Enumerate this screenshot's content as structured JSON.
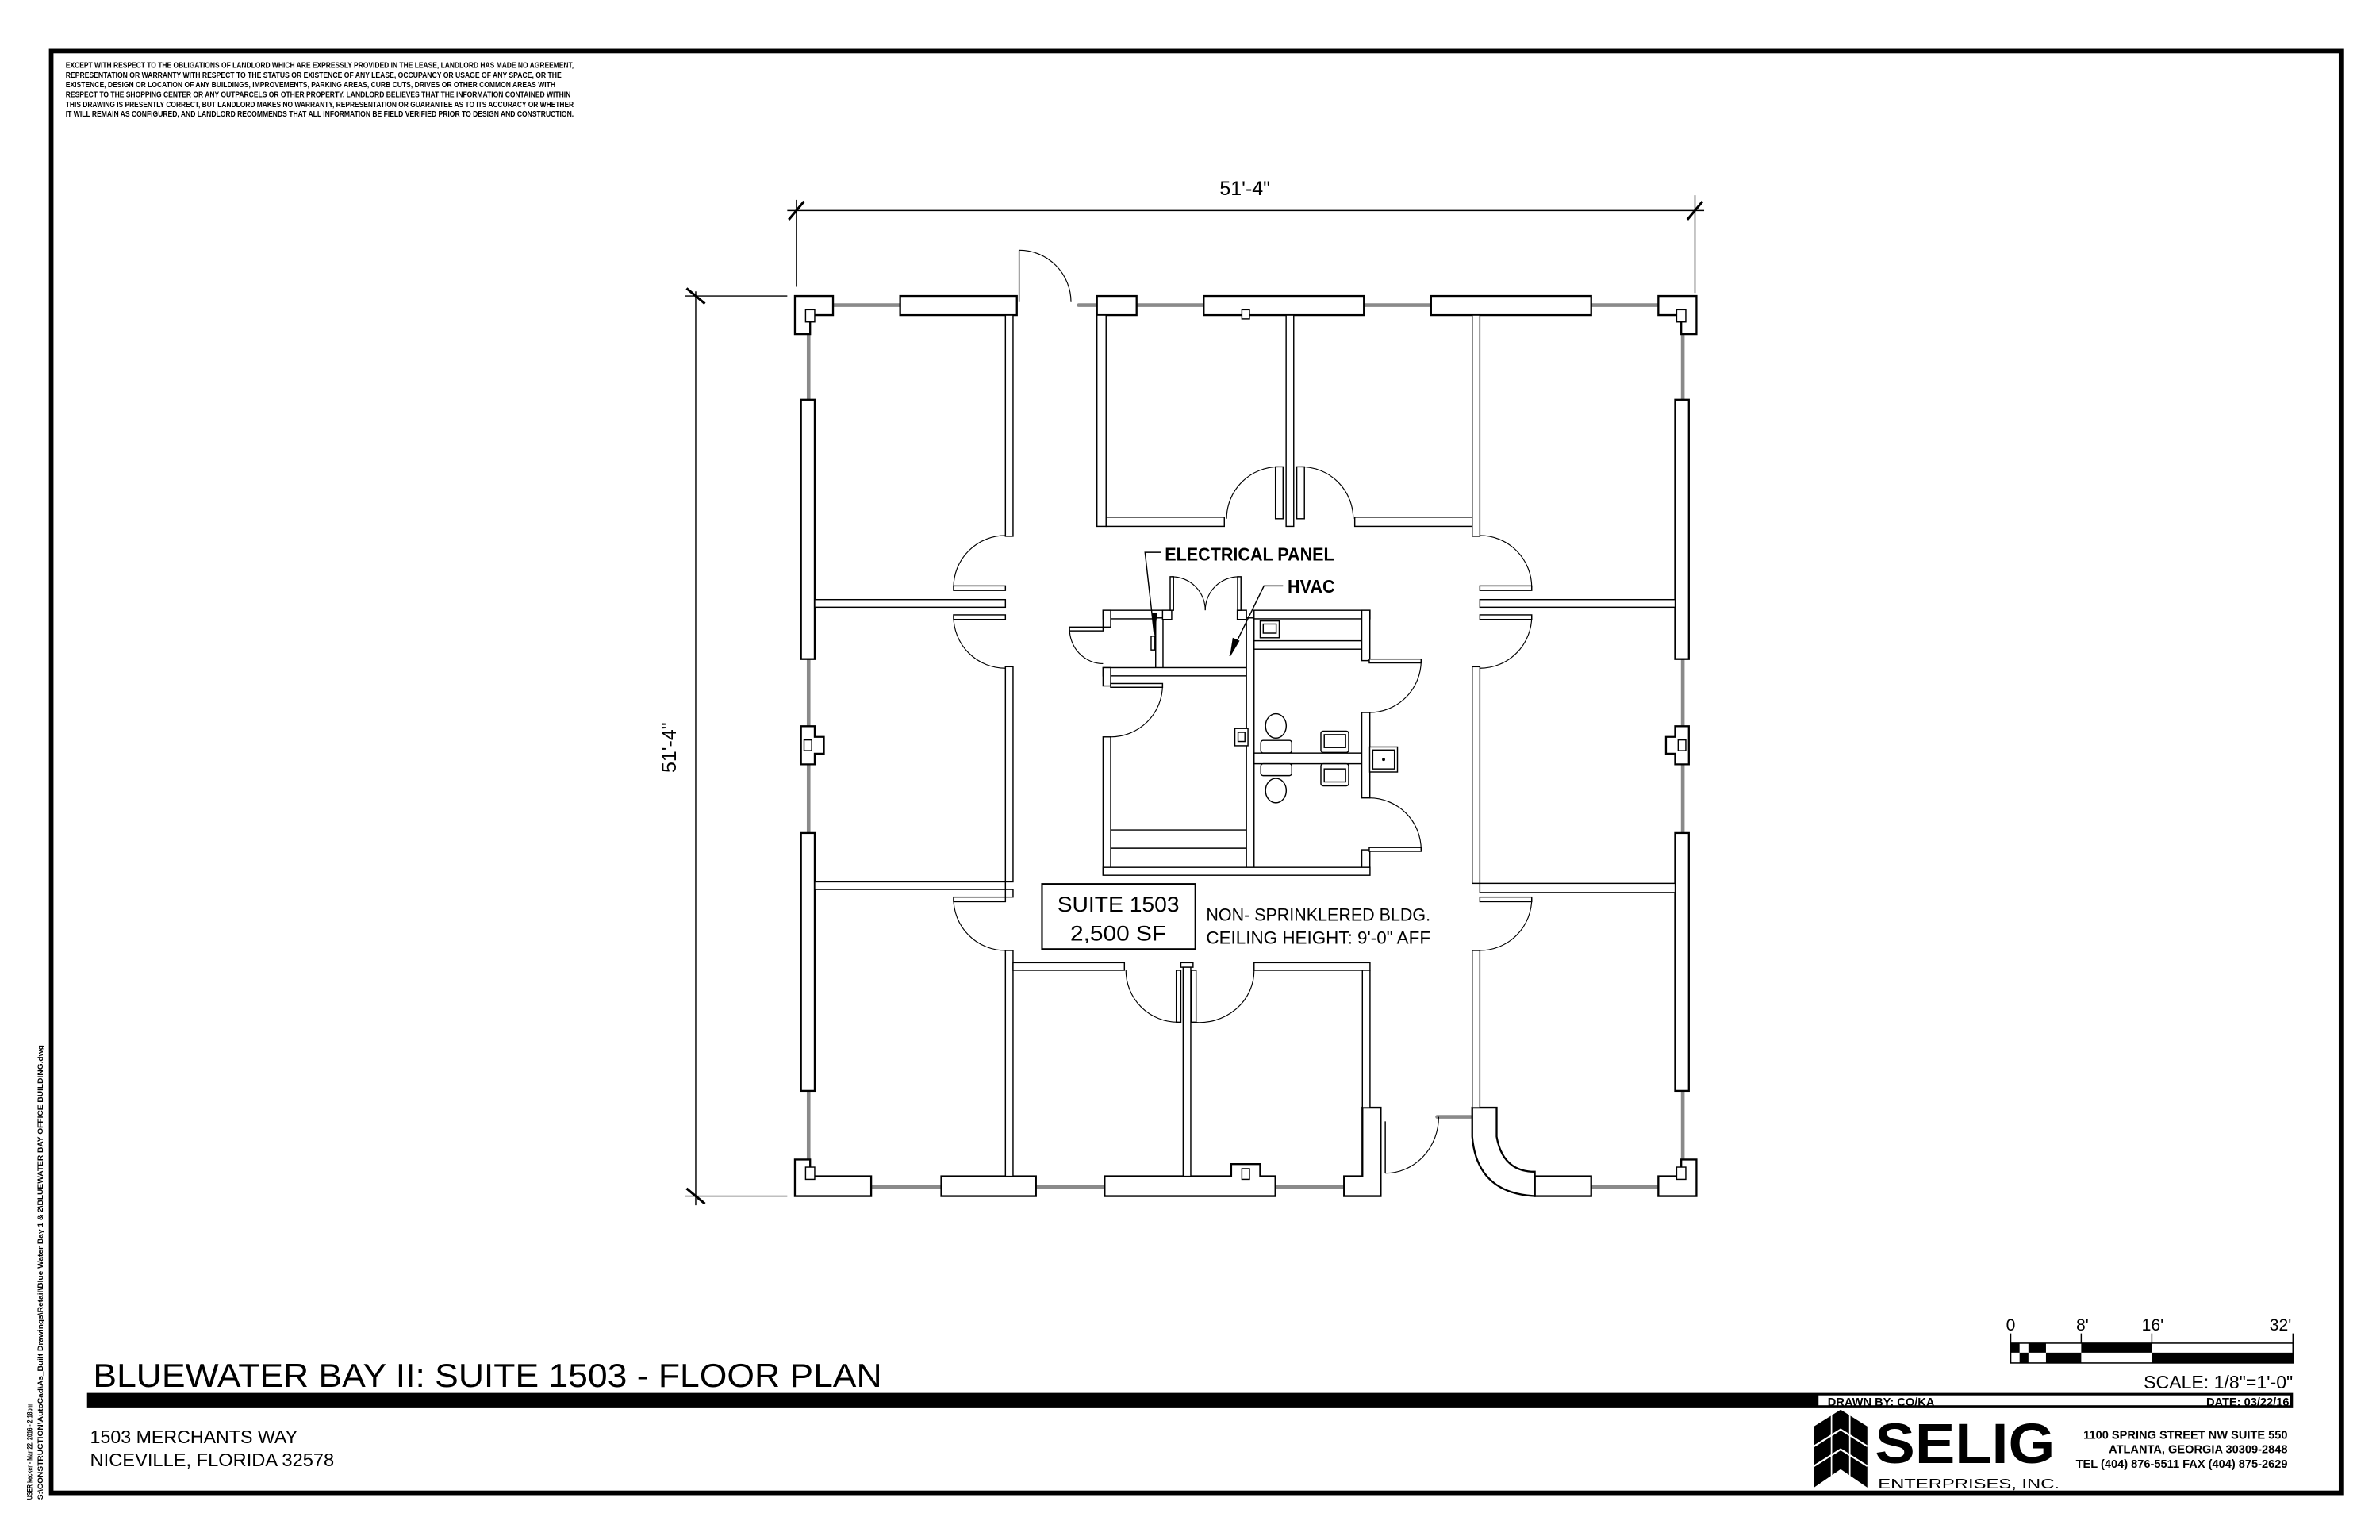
{
  "disclaimer": [
    "EXCEPT WITH RESPECT TO THE OBLIGATIONS OF LANDLORD WHICH ARE EXPRESSLY PROVIDED IN THE LEASE, LANDLORD HAS MADE NO AGREEMENT,",
    "REPRESENTATION OR WARRANTY WITH RESPECT TO THE STATUS OR EXISTENCE OF ANY LEASE, OCCUPANCY OR USAGE OF ANY SPACE, OR THE",
    "EXISTENCE, DESIGN OR LOCATION OF ANY BUILDINGS, IMPROVEMENTS, PARKING AREAS, CURB CUTS, DRIVES OR OTHER COMMON AREAS WITH",
    "RESPECT TO THE SHOPPING CENTER OR ANY OUTPARCELS OR OTHER PROPERTY.   LANDLORD BELIEVES THAT THE INFORMATION CONTAINED WITHIN",
    "THIS DRAWING IS PRESENTLY CORRECT, BUT LANDLORD MAKES NO WARRANTY, REPRESENTATION OR GUARANTEE AS TO ITS ACCURACY OR WHETHER",
    "IT WILL REMAIN AS CONFIGURED, AND LANDLORD RECOMMENDS THAT ALL INFORMATION BE FIELD VERIFIED PRIOR TO DESIGN AND CONSTRUCTION."
  ],
  "plot_stamp": [
    "USER kecker - Mar 22, 2016 - 2:18pm",
    "S:\\CONSTRUCTION\\AutoCad\\As_Built Drawings\\Retail\\Blue Water Bay 1 & 2\\BLUEWATER BAY OFFICE BUILDING.dwg"
  ],
  "dimensions": {
    "width": "51'-4\"",
    "depth": "51'-4\""
  },
  "labels": {
    "electrical_panel": "ELECTRICAL PANEL",
    "hvac": "HVAC"
  },
  "suite": {
    "name": "SUITE 1503",
    "area": "2,500 SF"
  },
  "notes": [
    "NON- SPRINKLERED BLDG.",
    "CEILING HEIGHT: 9'-0\" AFF"
  ],
  "title_block": {
    "title": "BLUEWATER BAY II: SUITE 1503 - FLOOR PLAN",
    "address_line1": "1503 MERCHANTS WAY",
    "address_line2": "NICEVILLE, FLORIDA  32578",
    "drawn_by": "DRAWN BY: CO/KA",
    "date": "DATE: 03/22/16"
  },
  "scale_bar": {
    "labels": [
      "0",
      "8'",
      "16'",
      "32'"
    ],
    "scale": "SCALE: 1/8\"=1'-0\""
  },
  "company": {
    "logo_name": "SELIG",
    "logo_sub": "ENTERPRISES, INC.",
    "address_lines": [
      "1100 SPRING STREET NW SUITE 550",
      "ATLANTA, GEORGIA 30309-2848",
      "TEL (404) 876-5511 FAX (404) 875-2629"
    ]
  },
  "colors": {
    "line": "#000000",
    "glazing": "#8a8a8a",
    "paper": "#ffffff"
  }
}
